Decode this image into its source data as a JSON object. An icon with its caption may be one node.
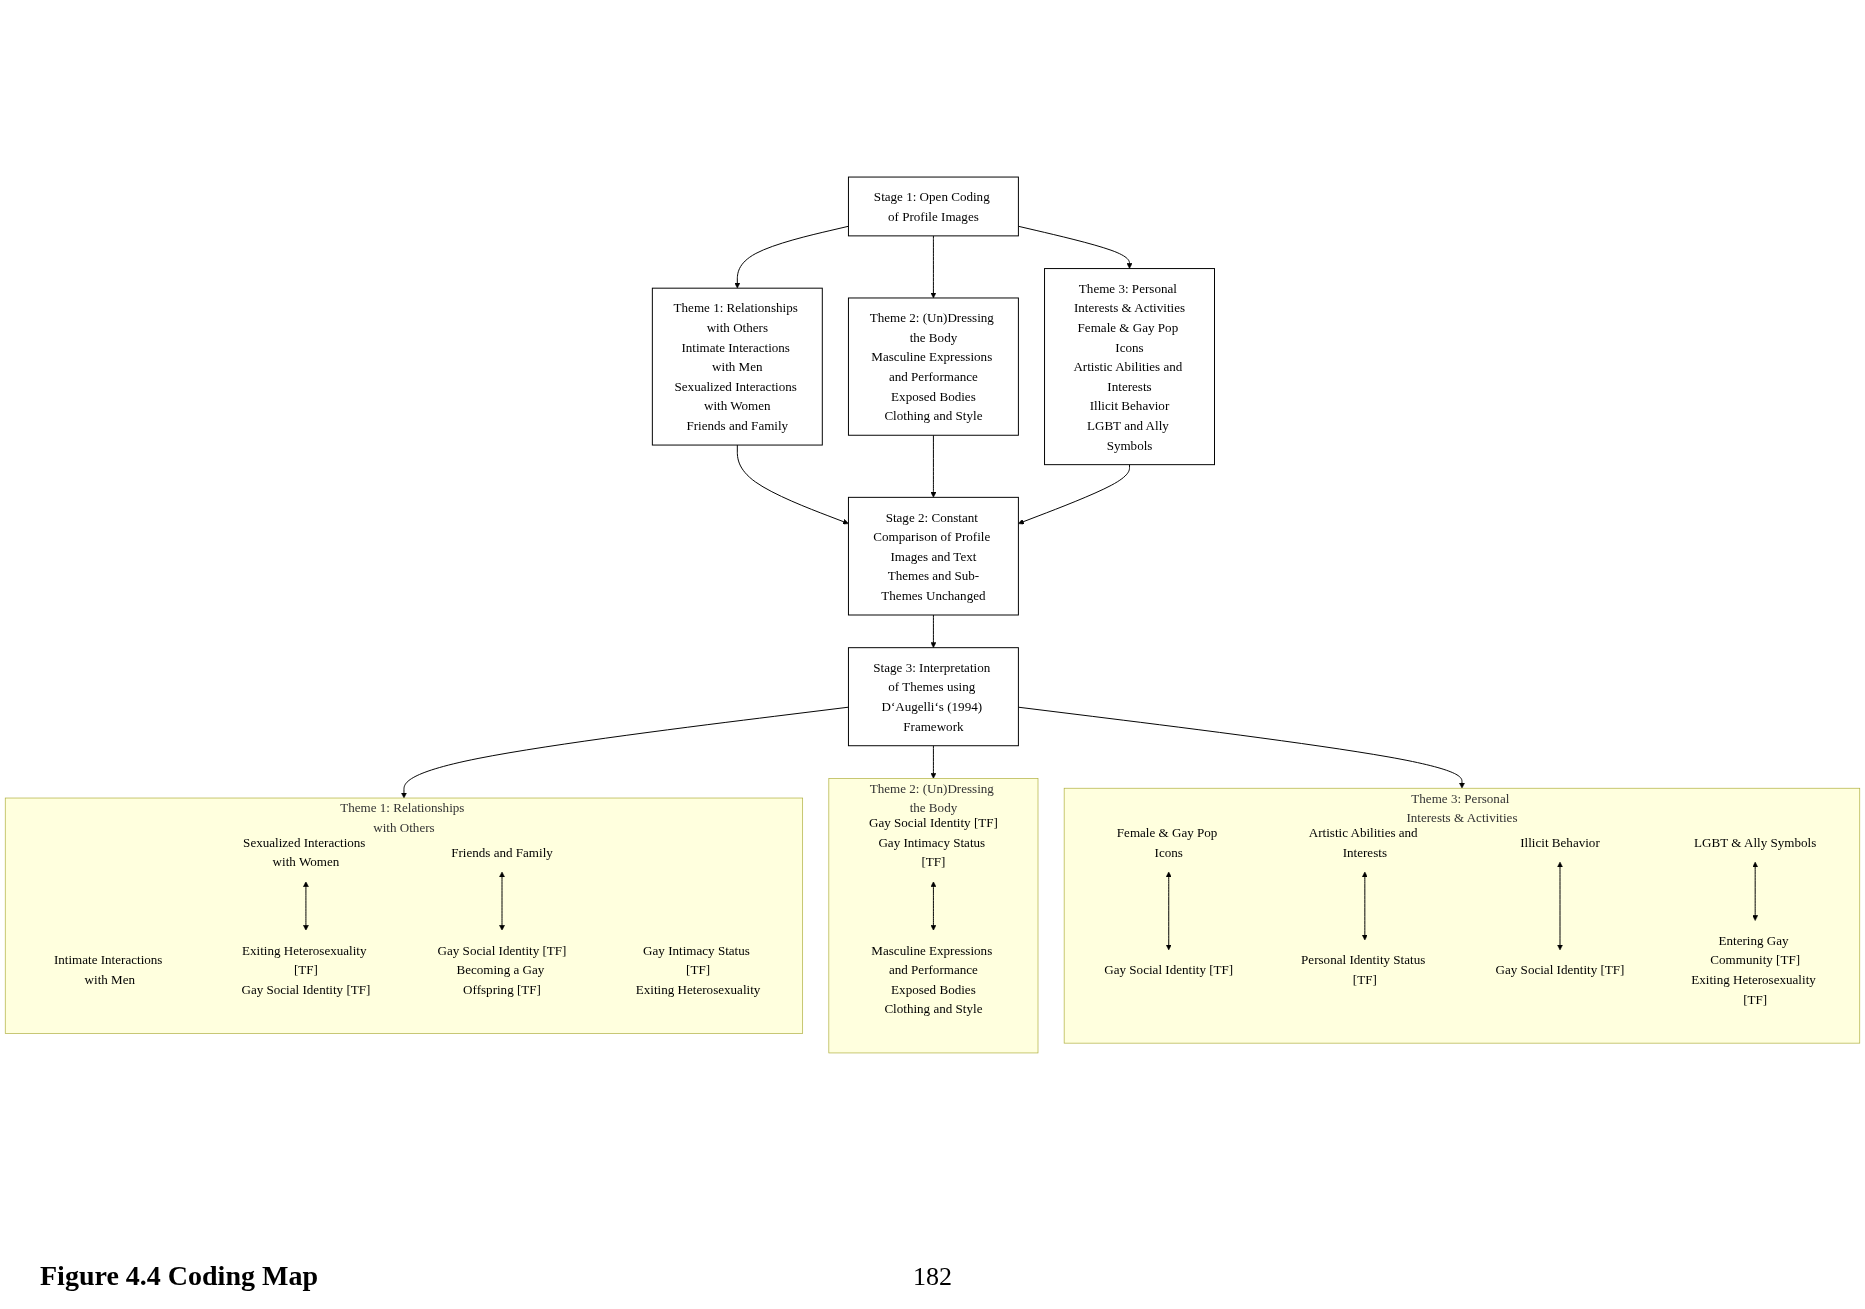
{
  "diagram": {
    "caption": "Figure 4.4 Coding Map",
    "nodes": [
      {
        "text": [
          "Stage 1: Open Coding of Profile Images"
        ]
      },
      {
        "text": [
          "Theme 1: Relationships with Others",
          "Intimate Interactions with Men",
          "Sexualized Interactions with Women",
          "Friends and Family"
        ]
      },
      {
        "text": [
          "Theme 2: (Un)Dressing the Body",
          "Masculine Expressions and Performance",
          "Exposed Bodies",
          "Clothing and Style"
        ]
      },
      {
        "text": [
          "Theme 3: Personal Interests & Activities",
          "Female & Gay Pop Icons",
          "Artistic Abilities and Interests",
          "Illicit Behavior",
          "LGBT and Ally Symbols"
        ]
      },
      {
        "text": [
          "Stage 2: Constant Comparison of Profile Images and Text",
          "Themes and Sub-Themes Unchanged"
        ]
      },
      {
        "text": [
          "Stage 3: Interpretation of Themes using D‘Augelli‘s (1994) Framework"
        ]
      },
      {
        "text": [
          "Theme 1: Relationships with Others"
        ]
      },
      {
        "text": [
          "Intimate Interactions with Men"
        ],
        "in": 6
      },
      {
        "text": [
          "Gay Intimacy Status [TF]",
          "Exiting Heterosexuality"
        ],
        "in": 6
      },
      {
        "text": [
          "Sexualized Interactions with Women"
        ],
        "in": 6
      },
      {
        "text": [
          "Exiting Heterosexuality [TF]",
          "Gay Social Identity [TF]"
        ],
        "in": 6
      },
      {
        "text": [
          "Friends and Family"
        ],
        "in": 6
      },
      {
        "text": [
          "Gay Social Identity [TF]",
          "Becoming a Gay Offspring [TF]"
        ],
        "in": 6
      },
      {
        "text": [
          "Theme 2: (Un)Dressing the Body"
        ]
      },
      {
        "text": [
          "Gay Social Identity [TF]",
          "Gay Intimacy Status [TF]"
        ],
        "in": 13
      },
      {
        "text": [
          "Masculine Expressions and Performance",
          "Exposed Bodies",
          "Clothing and Style"
        ],
        "in": 13
      },
      {
        "text": [
          "Theme 3: Personal Interests & Activities"
        ]
      },
      {
        "text": [
          "Female & Gay Pop Icons"
        ],
        "in": 16
      },
      {
        "text": [
          "Gay Social Identity [TF]"
        ],
        "in": 16
      },
      {
        "text": [
          "Artistic Abilities and Interests"
        ],
        "in": 16
      },
      {
        "text": [
          "Personal Identity Status [TF]"
        ],
        "in": 16
      },
      {
        "text": [
          "Illicit Behavior"
        ],
        "in": 16
      },
      {
        "text": [
          "Gay Social Identity [TF]"
        ],
        "in": 16
      },
      {
        "text": [
          "LGBT & Ally Symbols"
        ],
        "in": 16
      },
      {
        "text": [
          "Entering Gay Community [TF]",
          "Exiting Heterosexuality [TF]"
        ],
        "in": 16
      }
    ],
    "edges": [
      {
        "from": 0,
        "to": 1,
        "arrow": "to"
      },
      {
        "from": 0,
        "to": 2,
        "arrow": "to"
      },
      {
        "from": 0,
        "to": 3,
        "arrow": "to"
      },
      {
        "from": 1,
        "to": 4,
        "arrow": "to"
      },
      {
        "from": 2,
        "to": 4,
        "arrow": "to"
      },
      {
        "from": 3,
        "to": 4,
        "arrow": "to"
      },
      {
        "from": 4,
        "to": 5,
        "arrow": "to"
      },
      {
        "from": 5,
        "to": 6,
        "arrow": "to"
      },
      {
        "from": 5,
        "to": 13,
        "arrow": "to"
      },
      {
        "from": 5,
        "to": 16,
        "arrow": "to"
      },
      {
        "from": 9,
        "to": 10,
        "arrow": "both"
      },
      {
        "from": 11,
        "to": 12,
        "arrow": "both"
      },
      {
        "from": 14,
        "to": 15,
        "arrow": "both"
      },
      {
        "from": 17,
        "to": 18,
        "arrow": "both"
      },
      {
        "from": 19,
        "to": 20,
        "arrow": "both"
      },
      {
        "from": 21,
        "to": 22,
        "arrow": "both"
      },
      {
        "from": 23,
        "to": 24,
        "arrow": "both"
      }
    ],
    "labels": [
      "182"
    ]
  }
}
